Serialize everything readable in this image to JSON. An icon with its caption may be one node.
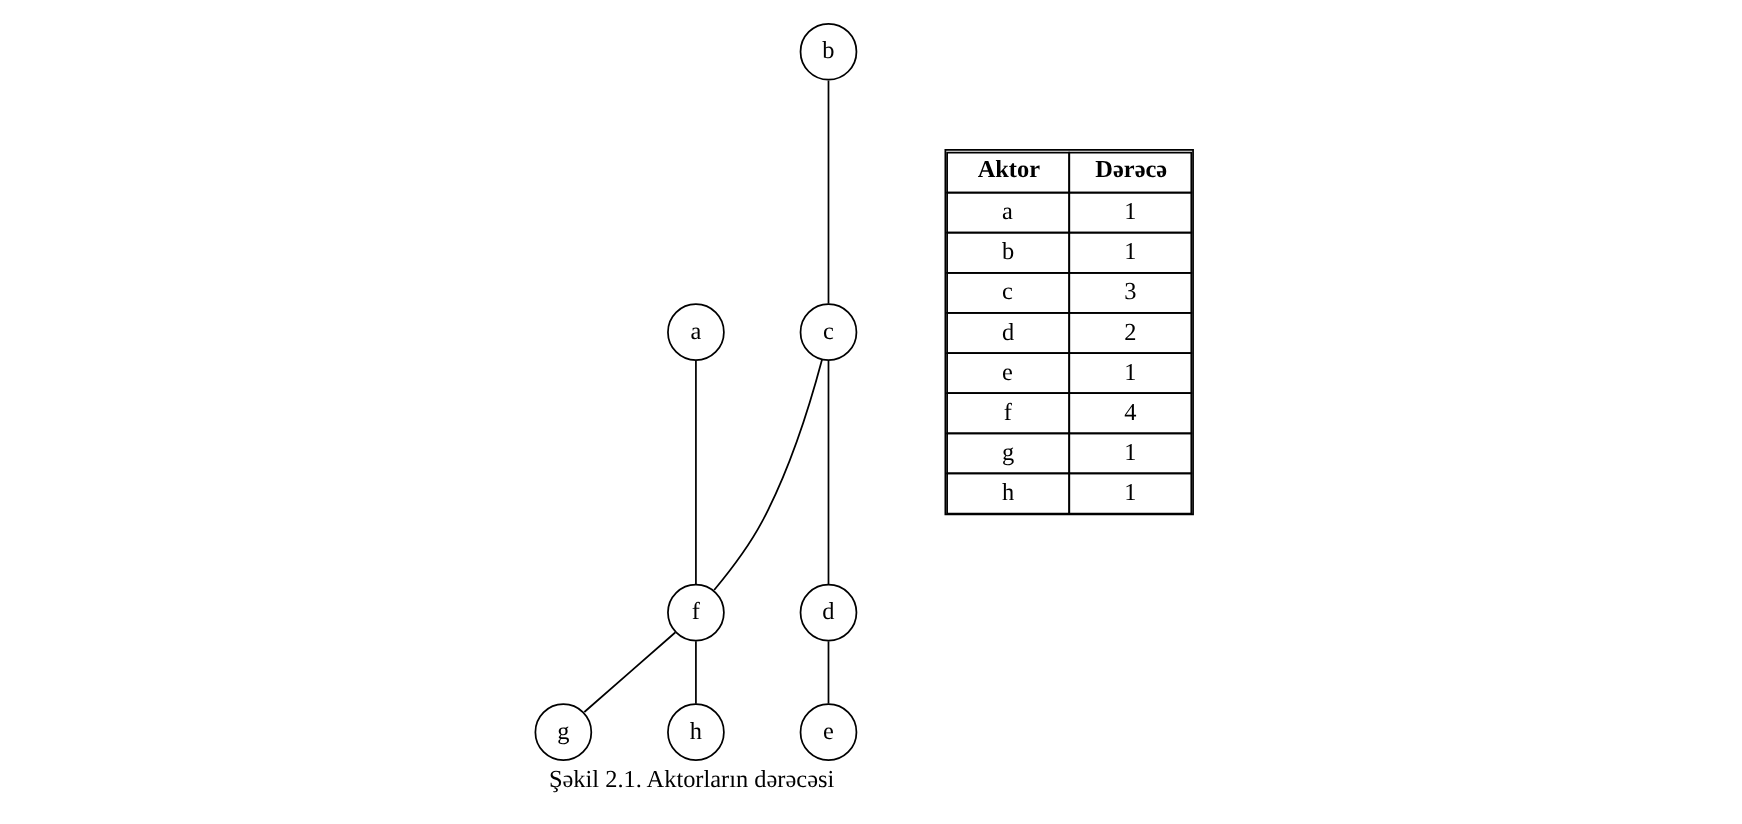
{
  "diagram": {
    "caption": "Şəkil 2.1. Aktorların dərəcəsi",
    "nodes": [
      {
        "text": [
          "c"
        ]
      },
      {
        "text": [
          "d"
        ]
      },
      {
        "text": [
          "b"
        ]
      },
      {
        "text": [
          "e"
        ]
      },
      {
        "text": [
          "f"
        ]
      },
      {
        "text": [
          "a"
        ]
      },
      {
        "text": [
          "g"
        ]
      },
      {
        "text": [
          "h"
        ]
      }
    ],
    "edges": [
      {
        "from": 2,
        "to": 0,
        "arrow": "none"
      },
      {
        "from": 0,
        "to": 1,
        "arrow": "none"
      },
      {
        "from": 1,
        "to": 3,
        "arrow": "none"
      },
      {
        "from": 0,
        "to": 4,
        "arrow": "none"
      },
      {
        "from": 5,
        "to": 4,
        "arrow": "none"
      },
      {
        "from": 4,
        "to": 6,
        "arrow": "none"
      },
      {
        "from": 4,
        "to": 7,
        "arrow": "none"
      }
    ],
    "labels": [
      "Aktor",
      "Dərəcə",
      "a",
      "1",
      "b",
      "1",
      "c",
      "3",
      "d",
      "2",
      "e",
      "1",
      "f",
      "4",
      "g",
      "1",
      "h",
      "1"
    ]
  }
}
